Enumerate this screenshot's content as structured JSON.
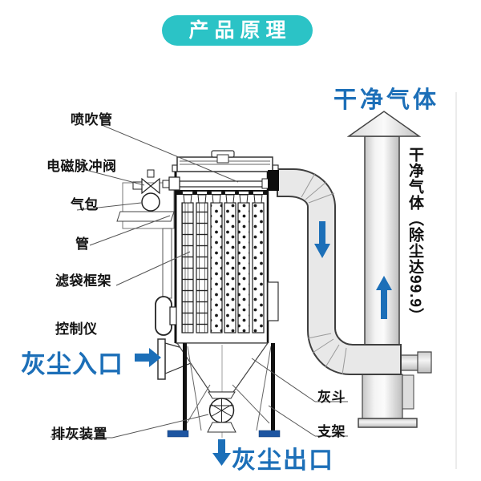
{
  "title": "产品原理",
  "machine_labels": {
    "blow_pipe": "喷吹管",
    "pulse_valve": "电磁脉冲阀",
    "air_bag": "气包",
    "pipe": "管",
    "filter_bag_frame": "滤袋框架",
    "controller": "控制仪",
    "ash_discharge": "排灰装置",
    "ash_hopper": "灰斗",
    "support": "支架"
  },
  "flow_labels": {
    "dust_inlet": "灰尘入口",
    "dust_outlet": "灰尘出口",
    "clean_gas": "干净气体",
    "clean_gas_note": "干净气体（除尘达99.9）"
  },
  "icons": {
    "dust_inlet_arrow": "right-arrow",
    "dust_outlet_arrow": "down-arrow",
    "duct_flow_arrow": "down-arrow",
    "chimney_flow_arrow": "up-arrow",
    "chimney_cap": "up-arrow-cap"
  },
  "colors": {
    "accent_teal": "#2bc3c6",
    "flow_blue": "#1c6fb8",
    "foot_blue": "#1d55a1",
    "line_dark": "#2e2e2e",
    "duct_grey": "#e8e8e8"
  }
}
